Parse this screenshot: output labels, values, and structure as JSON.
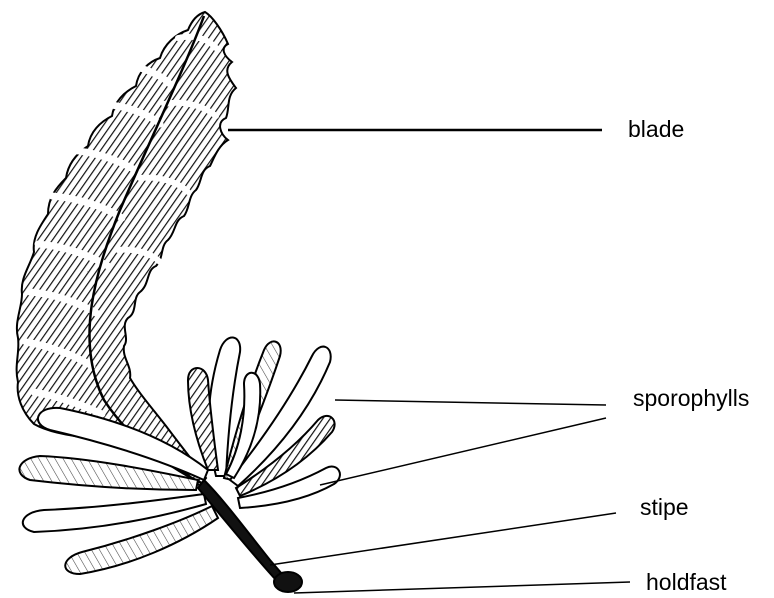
{
  "diagram": {
    "labels": {
      "blade": "blade",
      "sporophylls": "sporophylls",
      "stipe": "stipe",
      "holdfast": "holdfast"
    },
    "colors": {
      "ink": "#000000",
      "paper": "#ffffff"
    }
  }
}
